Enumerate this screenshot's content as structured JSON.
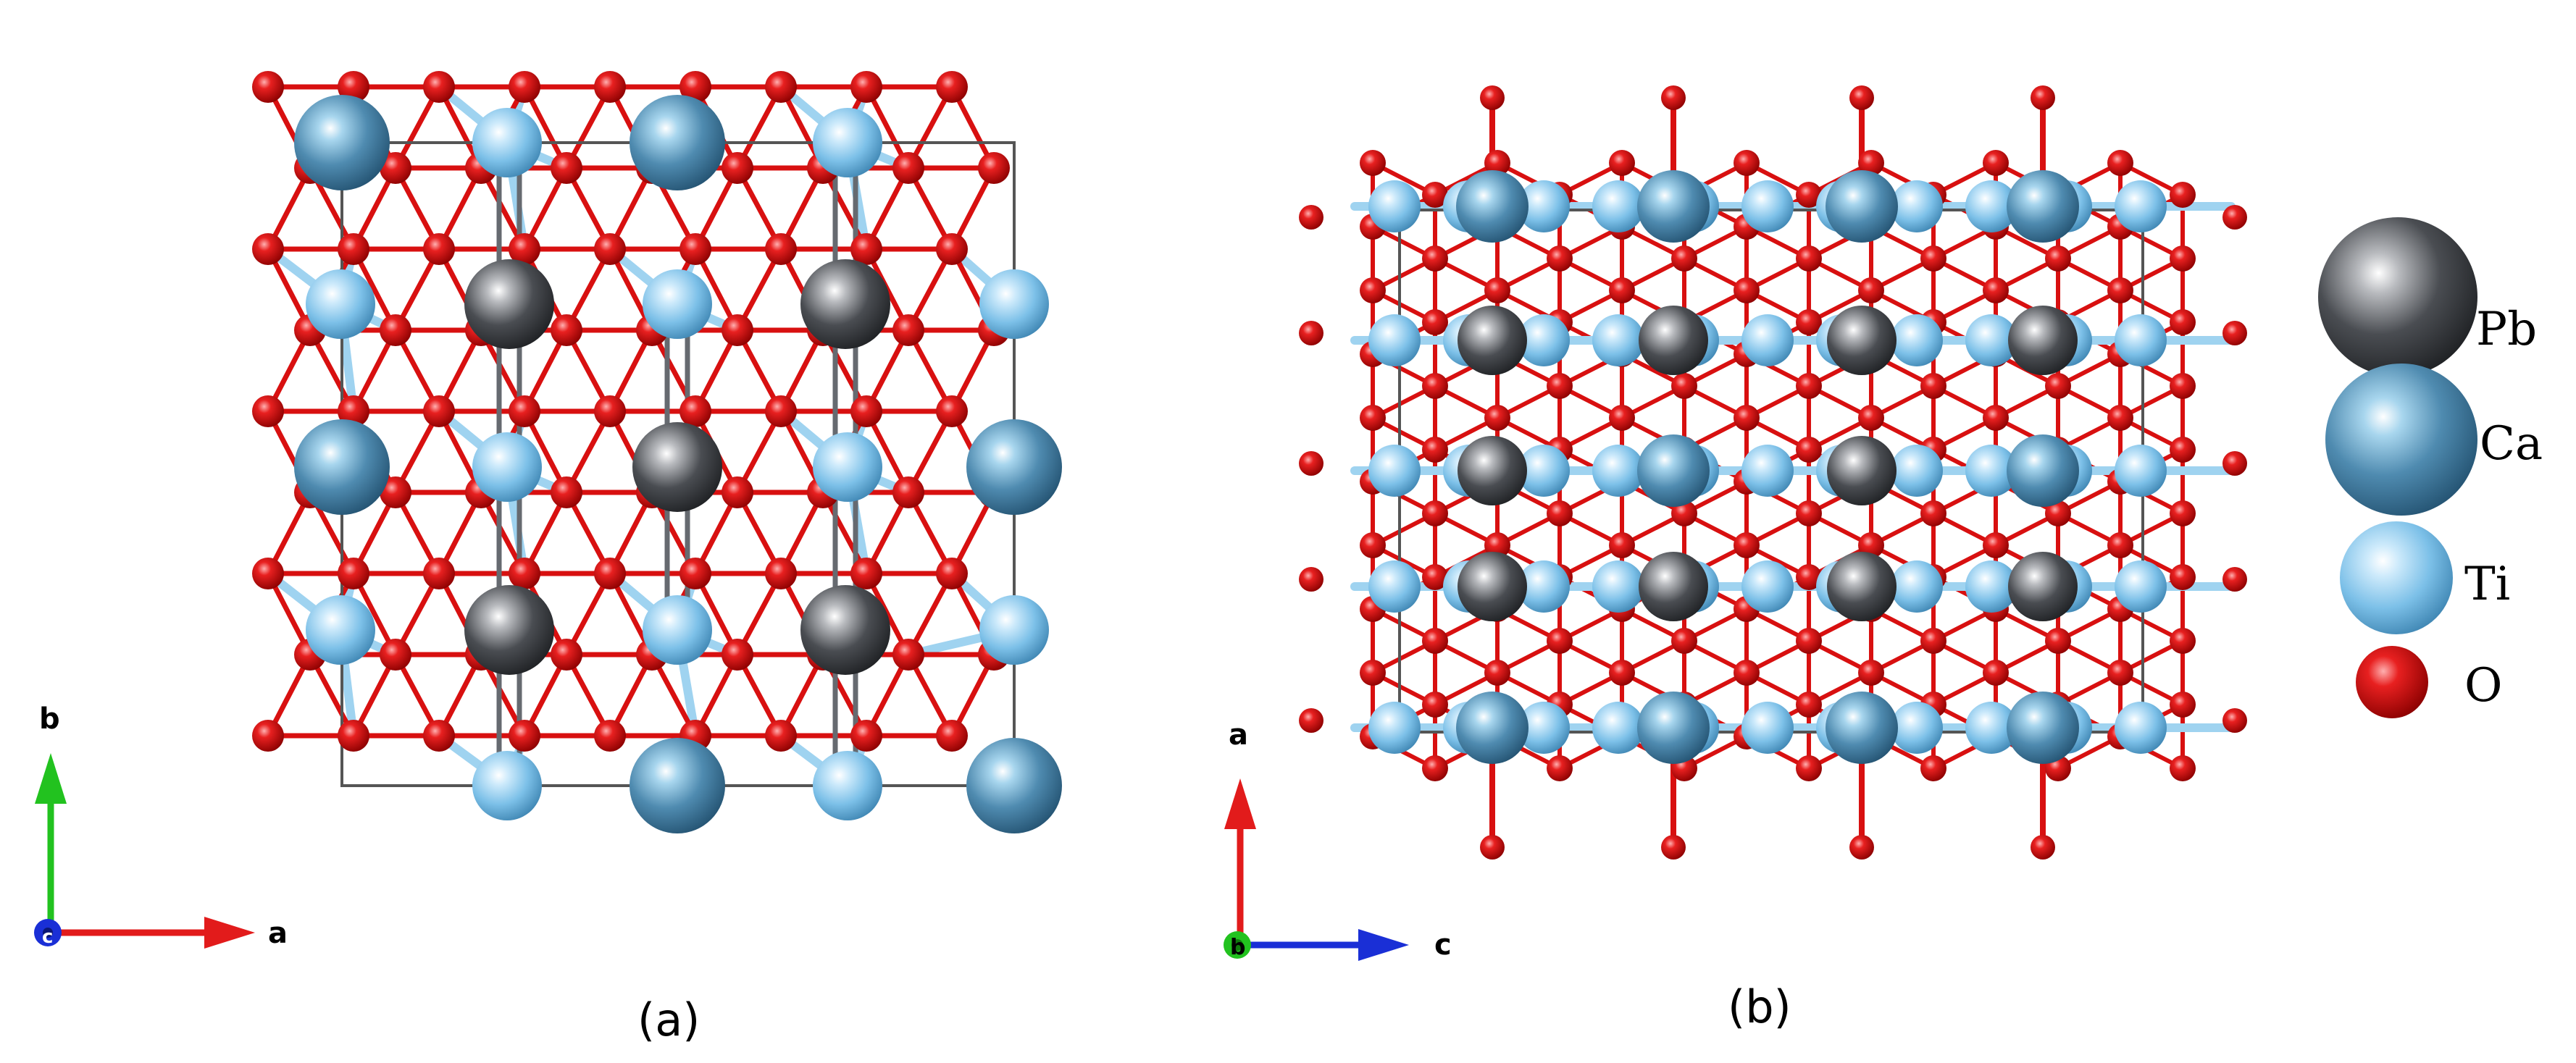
{
  "panels": [
    {
      "id": "a",
      "label": "(a)",
      "axis_vertical": "b",
      "axis_horizontal": "a",
      "axis_out_of_plane": "c"
    },
    {
      "id": "b",
      "label": "(b)",
      "axis_vertical": "a",
      "axis_horizontal": "c",
      "axis_out_of_plane": "b"
    }
  ],
  "legend": [
    {
      "element": "Pb",
      "color": "#4a4d52"
    },
    {
      "element": "Ca",
      "color": "#4f8bb0"
    },
    {
      "element": "Ti",
      "color": "#7cc0e8"
    },
    {
      "element": "O",
      "color": "#d81010"
    }
  ],
  "colors": {
    "axis_red": "#e21b1b",
    "axis_green": "#22c21f",
    "axis_blue": "#1a2fd6",
    "cell_outline": "#555555",
    "bond_ti_o": "#9fd3f0",
    "bond_pb": "#666a70",
    "oxygen_bond": "#d81010"
  }
}
